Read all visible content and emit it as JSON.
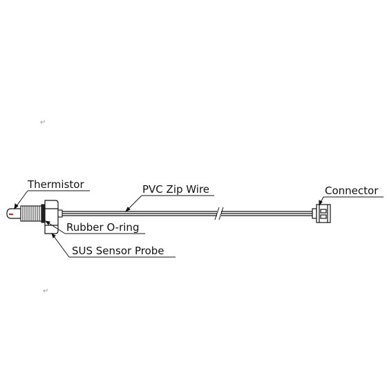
{
  "labels": {
    "thermistor": "Thermistor",
    "pvc_wire": "PVC Zip Wire",
    "connector": "Connector",
    "o_ring": "Rubber O-ring",
    "probe": "SUS Sensor Probe"
  },
  "marks": {
    "return_1": "↵",
    "return_2": "↵"
  },
  "colors": {
    "line": "#111111",
    "thermistor_mark": "#d42020"
  }
}
